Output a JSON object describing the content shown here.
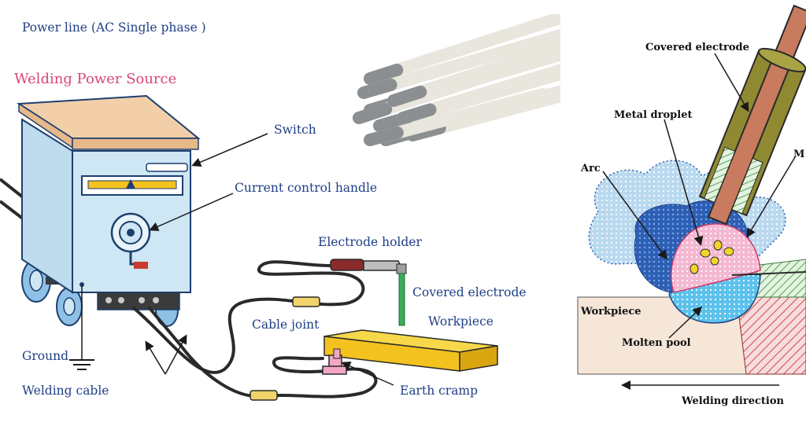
{
  "left_panel": {
    "power_line": "Power line (AC Single phase )",
    "title": "Welding Power Source",
    "labels": {
      "switch": "Switch",
      "current_control": "Current control handle",
      "electrode_holder": "Electrode holder",
      "covered_electrode": "Covered electrode",
      "workpiece": "Workpiece",
      "cable_joint": "Cable joint",
      "ground": "Ground",
      "welding_cable": "Welding cable",
      "earth_cramp": "Earth cramp"
    }
  },
  "right_panel": {
    "labels": {
      "covered_electrode": "Covered electrode",
      "metal_droplet": "Metal droplet",
      "arc": "Arc",
      "m_cut": "M",
      "workpiece": "Workpiece",
      "molten_pool": "Molten pool",
      "welding_direction": "Welding direction"
    }
  },
  "colors": {
    "label_blue": "#1f3f86",
    "title_pink": "#d9467d",
    "machine_body": "#cfe6f4",
    "machine_top": "#f2cfa9",
    "workpiece_yellow": "#f3c21e",
    "electrode_olive": "#8f8a32",
    "core_brown": "#c87b5e",
    "arc_blue": "#2d5fb4",
    "pool_blue": "#5cc2ec",
    "droplet_pink": "#f4b8d2"
  }
}
